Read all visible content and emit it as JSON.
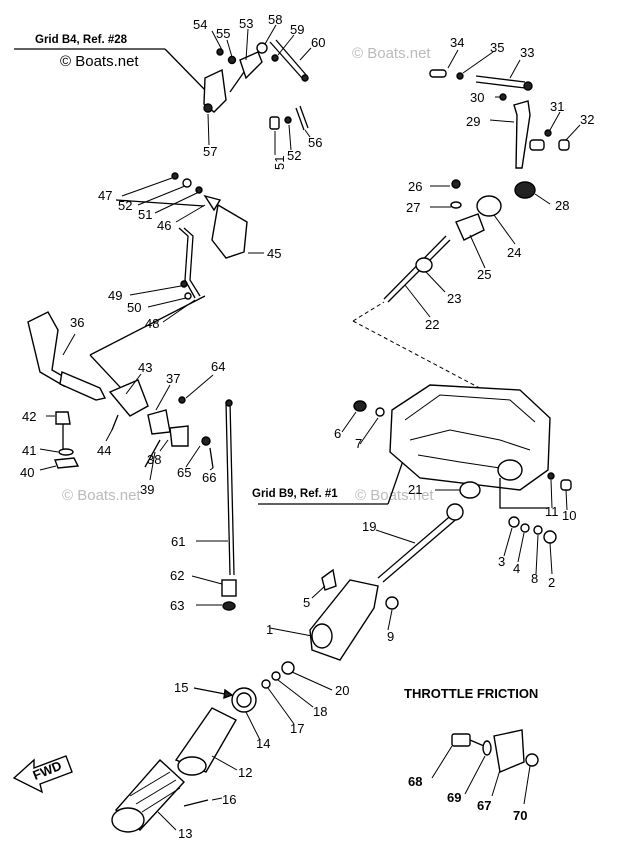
{
  "grid_notes": {
    "top_left": "Grid B4, Ref. #28",
    "middle": "Grid B9, Ref. #1"
  },
  "watermark": "© Boats.net",
  "section_title": "THROTTLE FRICTION",
  "fwd_arrow": "FWD",
  "callouts": {
    "c1": "1",
    "c2": "2",
    "c3": "3",
    "c4": "4",
    "c5": "5",
    "c6": "6",
    "c7": "7",
    "c8": "8",
    "c9": "9",
    "c10": "10",
    "c11": "11",
    "c12": "12",
    "c13": "13",
    "c14": "14",
    "c15": "15",
    "c16": "16",
    "c17": "17",
    "c18": "18",
    "c19": "19",
    "c20": "20",
    "c21": "21",
    "c22": "22",
    "c23": "23",
    "c24": "24",
    "c25": "25",
    "c26": "26",
    "c27": "27",
    "c28": "28",
    "c29": "29",
    "c30": "30",
    "c31": "31",
    "c32": "32",
    "c33": "33",
    "c34": "34",
    "c35": "35",
    "c36": "36",
    "c37": "37",
    "c38": "38",
    "c39": "39",
    "c40": "40",
    "c41": "41",
    "c42": "42",
    "c43": "43",
    "c44": "44",
    "c45": "45",
    "c46": "46",
    "c47": "47",
    "c48": "48",
    "c49": "49",
    "c50": "50",
    "c51a": "51",
    "c51b": "51",
    "c52a": "52",
    "c52b": "52",
    "c53": "53",
    "c54": "54",
    "c55": "55",
    "c56": "56",
    "c57": "57",
    "c58": "58",
    "c59": "59",
    "c60": "60",
    "c61": "61",
    "c62": "62",
    "c63": "63",
    "c64": "64",
    "c65": "65",
    "c66": "66",
    "c67": "67",
    "c68": "68",
    "c69": "69",
    "c70": "70"
  }
}
